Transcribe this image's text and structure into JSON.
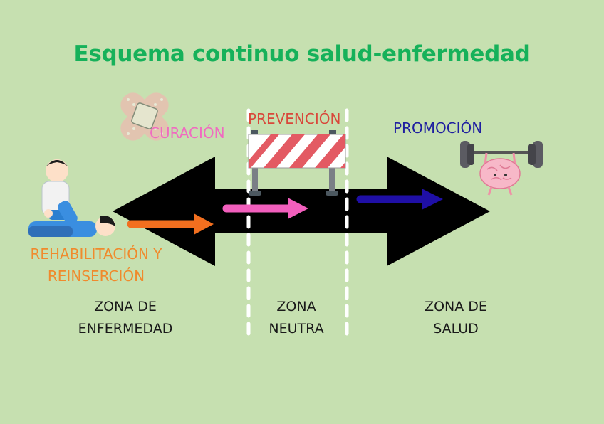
{
  "title": "Esquema continuo salud-enfermedad",
  "labels": {
    "curacion": "CURACIÓN",
    "prevencion": "PREVENCIÓN",
    "promocion": "PROMOCIÓN",
    "rehab_line1": "REHABILITACIÓN Y",
    "rehab_line2": "REINSERCIÓN"
  },
  "zones": {
    "enfermedad": [
      "ZONA DE",
      "ENFERMEDAD"
    ],
    "neutra": [
      "ZONA",
      "NEUTRA"
    ],
    "salud": [
      "ZONA DE",
      "SALUD"
    ]
  },
  "colors": {
    "background": "#c6e0b0",
    "title": "#16b15a",
    "curacion": "#f06bc0",
    "prevencion": "#d9473a",
    "promocion": "#1f1fa0",
    "rehabilitacion": "#f08a2c",
    "arrow_rehab": "#f26f1f",
    "arrow_cure": "#f25fbd",
    "arrow_promo": "#1f0fa6",
    "main_arrow": "#000000"
  },
  "icons": [
    "bandage-icon",
    "barricade-icon",
    "brain-weightlifting-icon",
    "therapist-patient-icon"
  ]
}
